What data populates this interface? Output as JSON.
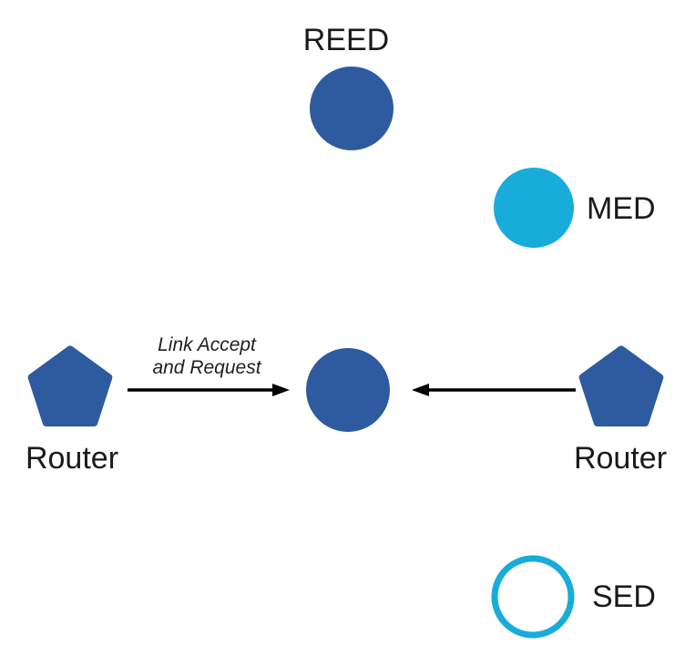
{
  "diagram": {
    "background": "#ffffff",
    "colors": {
      "node_blue": "#2E5BA0",
      "node_cyan": "#18ACDA",
      "sed_fill": "#ffffff",
      "arrow": "#000000",
      "text": "#1a1a1a"
    },
    "nodes": {
      "reed": {
        "label": "REED",
        "shape": "filled-circle"
      },
      "med": {
        "label": "MED",
        "shape": "filled-circle"
      },
      "center": {
        "label": "",
        "shape": "filled-circle"
      },
      "router_left": {
        "label": "Router",
        "shape": "pentagon"
      },
      "router_right": {
        "label": "Router",
        "shape": "pentagon"
      },
      "sed": {
        "label": "SED",
        "shape": "outlined-circle"
      }
    },
    "links": {
      "left_arrow": {
        "label_line1": "Link Accept",
        "label_line2": "and Request",
        "from": "router_left",
        "to": "center"
      },
      "right_arrow": {
        "label_line1": "",
        "label_line2": "",
        "from": "router_right",
        "to": "center"
      }
    }
  }
}
